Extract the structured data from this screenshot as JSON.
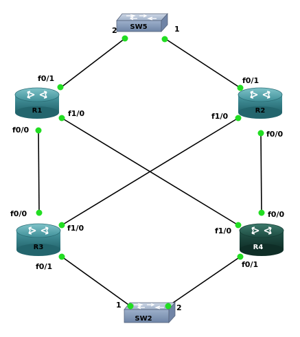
{
  "devices": {
    "sw5": {
      "name": "SW5"
    },
    "sw2": {
      "name": "SW2"
    },
    "r1": {
      "name": "R1"
    },
    "r2": {
      "name": "R2"
    },
    "r3": {
      "name": "R3"
    },
    "r4": {
      "name": "R4"
    }
  },
  "ports": {
    "sw5_p2": "2",
    "sw5_p1": "1",
    "r1_f01": "f0/1",
    "r1_f10": "f1/0",
    "r1_f00": "f0/0",
    "r2_f01": "f0/1",
    "r2_f10": "f1/0",
    "r2_f00": "f0/0",
    "r3_f00": "f0/0",
    "r3_f10": "f1/0",
    "r3_f01": "f0/1",
    "r4_f00": "f0/0",
    "r4_f10": "f1/0",
    "r4_f01": "f0/1",
    "sw2_p1": "1",
    "sw2_p2": "2"
  },
  "colors": {
    "router_body": "#3a8a93",
    "router_active": "#1f4d43",
    "switch_body": "#8aa0bd",
    "link": "#000000",
    "port_dot": "#22dd22"
  },
  "icons": {
    "router": "router-icon",
    "switch": "switch-icon"
  }
}
